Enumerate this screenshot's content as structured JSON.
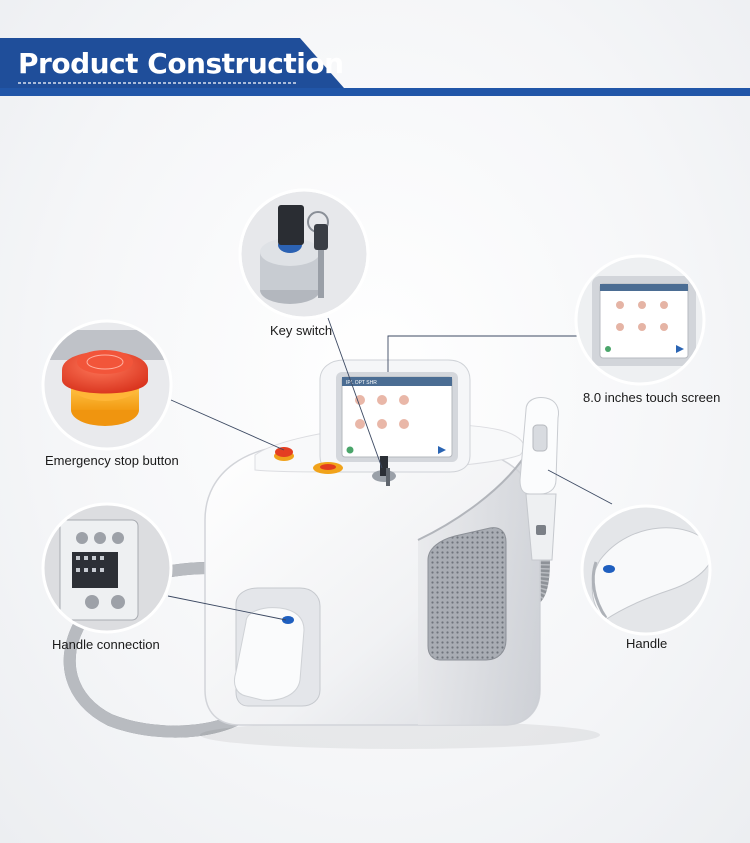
{
  "header": {
    "title": "Product Construction",
    "colors": {
      "banner": "#1f4e9a",
      "banner_dark": "#173f80",
      "rule": "#1f4e9a"
    }
  },
  "device": {
    "screen_header": "IPL OPT SHR",
    "brand_icon": "device-logo-icon"
  },
  "callouts": {
    "key_switch": "Key switch",
    "touch_screen": "8.0 inches touch screen",
    "emergency_stop": "Emergency stop button",
    "handle_connection": "Handle connection",
    "handle": "Handle"
  }
}
